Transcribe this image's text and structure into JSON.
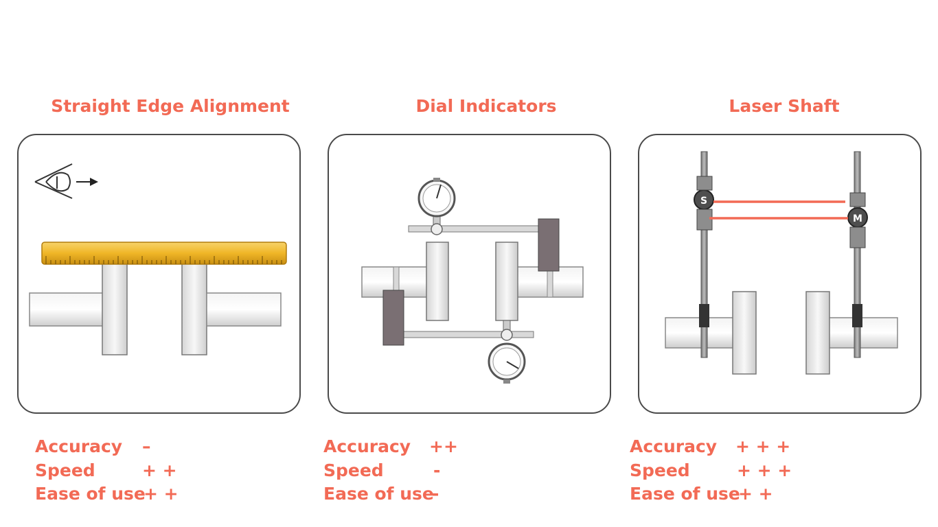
{
  "panels": [
    {
      "title": "Straight Edge Alignment",
      "ratings": [
        {
          "label": "Accuracy",
          "value": "–"
        },
        {
          "label": "Speed",
          "value": "+ +"
        },
        {
          "label": "Ease of use",
          "value": "+ +"
        }
      ]
    },
    {
      "title": "Dial Indicators",
      "ratings": [
        {
          "label": "Accuracy",
          "value": "++"
        },
        {
          "label": "Speed",
          "value": "-"
        },
        {
          "label": "Ease of use",
          "value": "-"
        }
      ]
    },
    {
      "title": "Laser Shaft",
      "sensor_labels": {
        "s": "S",
        "m": "M"
      },
      "ratings": [
        {
          "label": "Accuracy",
          "value": "+ + +"
        },
        {
          "label": "Speed",
          "value": "+ + +"
        },
        {
          "label": "Ease of use",
          "value": "+ +"
        }
      ]
    }
  ],
  "colors": {
    "accent": "#f26a55",
    "ruler": "#f0b627",
    "shaft": "#e6e6e6",
    "gauge_body": "#7a6f73",
    "laser": "#f26a55"
  }
}
